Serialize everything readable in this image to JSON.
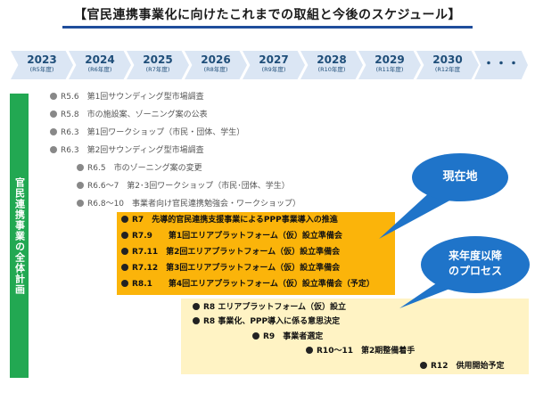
{
  "title": "【官民連携事業化に向けたこれまでの取組と今後のスケジュール】",
  "timeline": [
    {
      "year": "2023",
      "sub": "(R5年度)"
    },
    {
      "year": "2024",
      "sub": "(R6年度)"
    },
    {
      "year": "2025",
      "sub": "(R7年度)"
    },
    {
      "year": "2026",
      "sub": "(R8年度)"
    },
    {
      "year": "2027",
      "sub": "(R9年度)"
    },
    {
      "year": "2028",
      "sub": "(R10年度)"
    },
    {
      "year": "2029",
      "sub": "(R11年度)"
    },
    {
      "year": "2030",
      "sub": "(R12年度"
    },
    {
      "year": "・・・",
      "sub": ""
    }
  ],
  "side_label": "官民連携事業の全体計画",
  "past_items": [
    "R5.6　第1回サウンディング型市場調査",
    "R5.8　市の施設案、ゾーニング案の公表",
    "R6.3　第1回ワークショップ（市民・団体、学生）",
    "R6.3　第2回サウンディング型市場調査",
    "R6.5　市のゾーニング案の変更",
    "R6.6～7　第2･3回ワークショップ（市民･団体、学生）",
    "R6.8～10　事業者向け官民連携勉強会・ワークショップ）"
  ],
  "current_items": [
    "R7　先導的官民連携支援事業によるPPP事業導入の推進",
    "R7.9　　第1回エリアプラットフォーム（仮）設立準備会",
    "R7.11　第2回エリアプラットフォーム（仮）設立準備会",
    "R7.12　第3回エリアプラットフォーム（仮）設立準備会",
    "R8.1　　第4回エリアプラットフォーム（仮）設立準備会（予定）"
  ],
  "future_items": [
    "R8 エリアプラットフォーム（仮）設立",
    "R8 事業化、PPP導入に係る意思決定",
    "R9　事業者選定",
    "R10～11　第2期整備着手",
    "R12　供用開始予定"
  ],
  "callouts": {
    "current": "現在地",
    "future_line1": "来年度以降",
    "future_line2": "のプロセス"
  },
  "colors": {
    "timeline_fill": "#dbe6f4",
    "side_bar": "#22a852",
    "current_box": "#fbb40a",
    "future_box": "#fff3c4",
    "callout": "#1f74c9"
  }
}
